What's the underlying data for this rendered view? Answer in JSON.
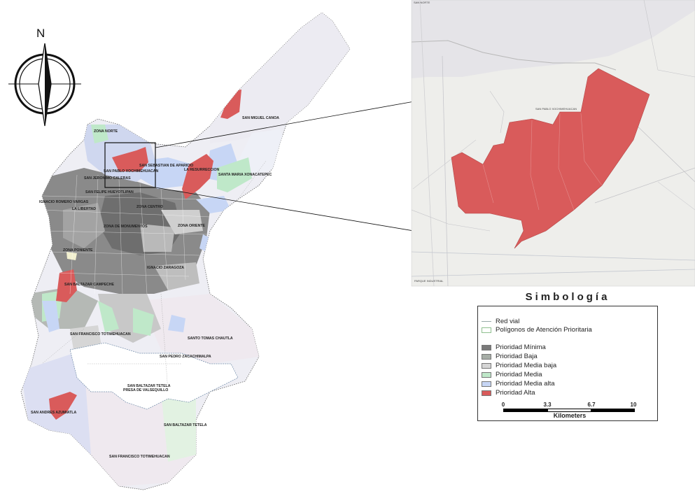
{
  "north_label": "N",
  "map_labels": {
    "zona_norte": "ZONA NORTE",
    "san_miguel_canoa": "SAN MIGUEL CANOA",
    "san_sebastian": "SAN SEBASTIAN DE APARICIO",
    "la_resurreccion": "LA RESURRECCION",
    "santa_maria": "SANTA MARIA XONACATEPEC",
    "san_pablo": "SAN PABLO XOCHIMEHUACAN",
    "san_jeronimo": "SAN JERONIMO CALERAS",
    "san_felipe": "SAN FELIPE HUEYOTLIPAN",
    "ignacio_romero": "IGNACIO ROMERO VARGAS",
    "la_libertad": "LA LIBERTAD",
    "zona_centro": "ZONA CENTRO",
    "zona_monumentos": "ZONA DE MONUMENTOS",
    "zona_oriente": "ZONA ORIENTE",
    "zona_poniente": "ZONA PONIENTE",
    "ignacio_zaragoza": "IGNACIO ZARAGOZA",
    "san_baltazar_campeche": "SAN BALTAZAR CAMPECHE",
    "san_francisco_1": "SAN FRANCISCO TOTIMEHUACAN",
    "santo_tomas": "SANTO TOMAS CHAUTLA",
    "san_pedro": "SAN PEDRO ZACACHIMALPA",
    "san_baltazar_tetela_1": "SAN BALTAZAR TETELA",
    "presa": "PRESA DE VALSEQUILLO",
    "san_andres": "SAN ANDRES AZUMIATLA",
    "san_baltazar_tetela_2": "SAN BALTAZAR TETELA",
    "san_francisco_2": "SAN FRANCISCO TOTIMEHUACAN",
    "inset_corner": "SAN NORTE",
    "inset_center": "SAN PABLO XOCHIMEHUACAN",
    "inset_bottom": "PARQUE INDUSTRIAL"
  },
  "legend": {
    "title": "Simbología",
    "items": [
      {
        "label": "Red vial",
        "color": "#9aa8b0"
      },
      {
        "label": "Polígonos de Atención Prioritaria",
        "color": "#ffffff"
      },
      {
        "label": "Prioridad Mínima",
        "color": "#7a7a7a"
      },
      {
        "label": "Prioridad Baja",
        "color": "#a6ada6"
      },
      {
        "label": "Prioridad Media baja",
        "color": "#d6d6d6"
      },
      {
        "label": "Prioridad Media",
        "color": "#bfe8c9"
      },
      {
        "label": "Prioridad Media alta",
        "color": "#c7d6f5"
      },
      {
        "label": "Prioridad Alta",
        "color": "#d95b5b"
      }
    ],
    "scale": {
      "ticks": [
        "0",
        "3.3",
        "6.7",
        "10"
      ],
      "unit": "Kilometers"
    }
  }
}
